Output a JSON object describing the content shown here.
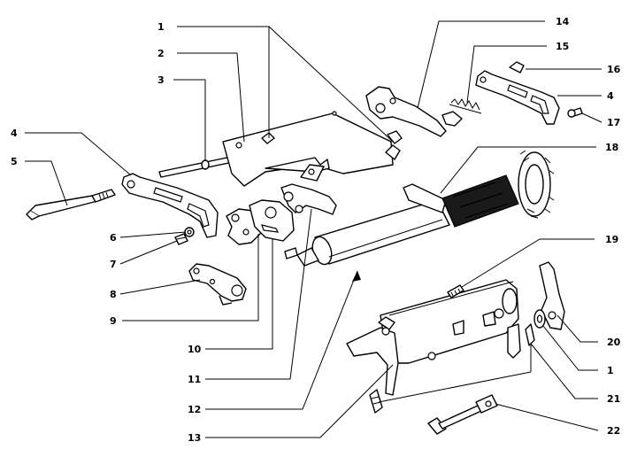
{
  "callouts": [
    {
      "id": "c1a",
      "text": "1"
    },
    {
      "id": "c2",
      "text": "2"
    },
    {
      "id": "c3",
      "text": "3"
    },
    {
      "id": "c4a",
      "text": "4"
    },
    {
      "id": "c5",
      "text": "5"
    },
    {
      "id": "c6",
      "text": "6"
    },
    {
      "id": "c7",
      "text": "7"
    },
    {
      "id": "c8",
      "text": "8"
    },
    {
      "id": "c9",
      "text": "9"
    },
    {
      "id": "c10",
      "text": "10"
    },
    {
      "id": "c11",
      "text": "11"
    },
    {
      "id": "c12",
      "text": "12"
    },
    {
      "id": "c13",
      "text": "13"
    },
    {
      "id": "c14",
      "text": "14"
    },
    {
      "id": "c15",
      "text": "15"
    },
    {
      "id": "c16",
      "text": "16"
    },
    {
      "id": "c4b",
      "text": "4"
    },
    {
      "id": "c17",
      "text": "17"
    },
    {
      "id": "c18",
      "text": "18"
    },
    {
      "id": "c19",
      "text": "19"
    },
    {
      "id": "c20",
      "text": "20"
    },
    {
      "id": "c1b",
      "text": "1"
    },
    {
      "id": "c21",
      "text": "21"
    },
    {
      "id": "c22",
      "text": "22"
    }
  ]
}
